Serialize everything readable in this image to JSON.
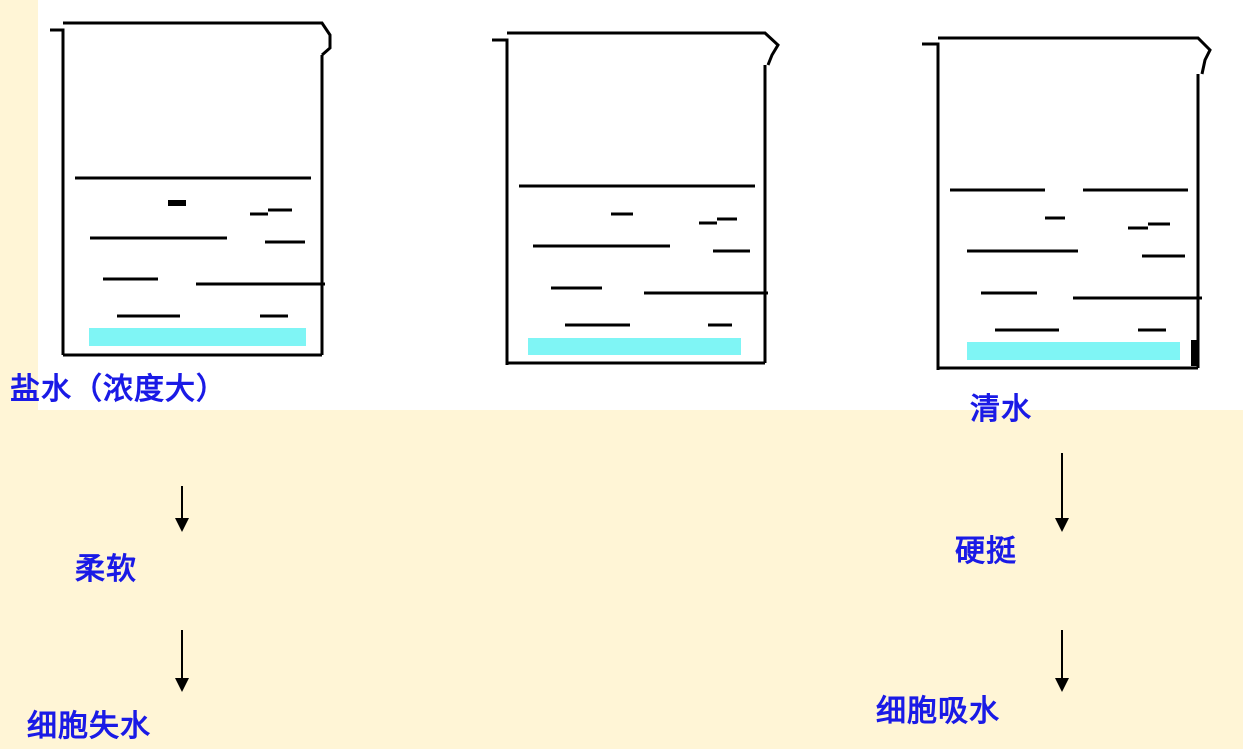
{
  "labels": {
    "left_solution": "盐水（浓度大）",
    "right_solution": "清水",
    "left_state": "柔软",
    "right_state": "硬挺",
    "left_result": "细胞失水",
    "right_result": "细胞吸水"
  },
  "colors": {
    "background": "#FFF5D6",
    "label_text": "#1A1AE6",
    "sediment": "#7FF5F5",
    "line": "#000000"
  }
}
